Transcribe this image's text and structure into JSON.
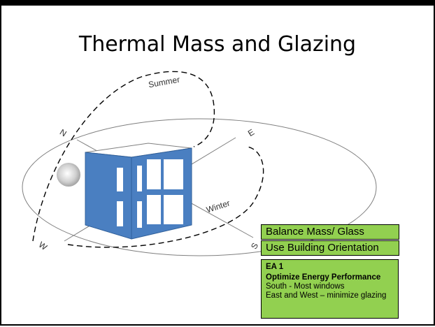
{
  "slide": {
    "title": "Thermal Mass and Glazing"
  },
  "diagram": {
    "compass": {
      "north": "N",
      "east": "E",
      "south": "S",
      "west": "W"
    },
    "sun_paths": {
      "summer": "Summer",
      "winter": "Winter"
    },
    "building_color": "#4a7fc1",
    "sun_color": "#c8c8c8"
  },
  "callouts": {
    "balance_mass_glass": "Balance Mass/ Glass",
    "use_building_orientation": "Use Building Orientation",
    "credit": {
      "code": "EA 1",
      "name": "Optimize Energy Performance",
      "line_south": "South - Most windows",
      "line_east_west": "East and West – minimize glazing"
    },
    "box_color": "#92d050"
  }
}
